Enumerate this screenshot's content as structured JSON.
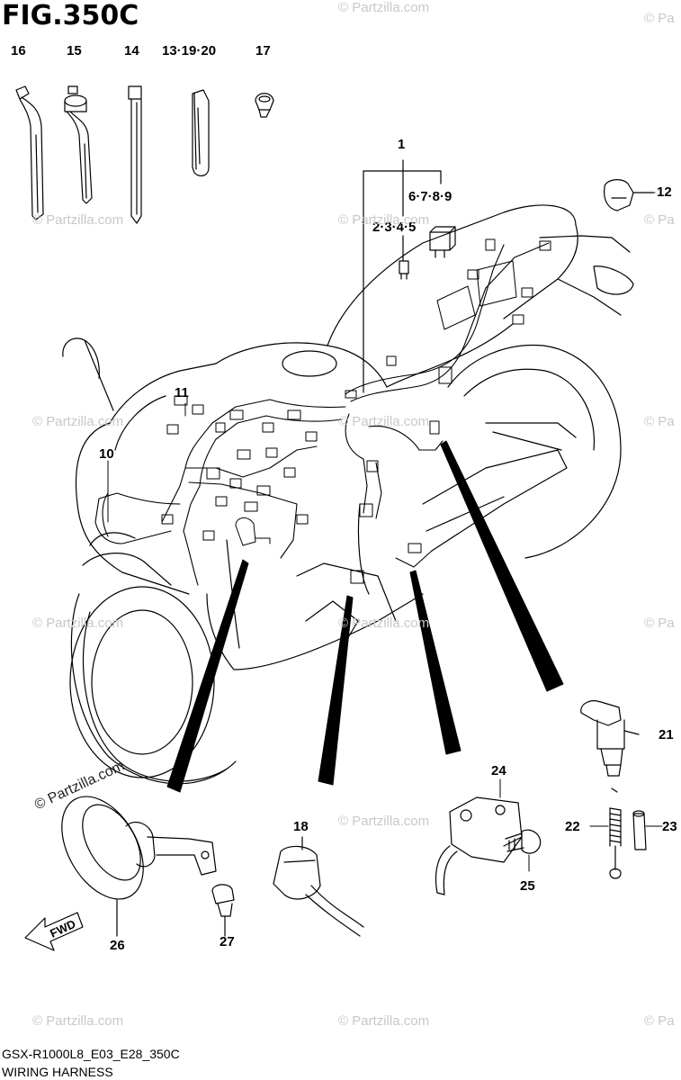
{
  "figure": {
    "title": "FIG.350C",
    "code": "GSX-R1000L8_E03_E28_350C",
    "name": "WIRING HARNESS"
  },
  "callouts": {
    "c16": "16",
    "c15": "15",
    "c14": "14",
    "c13_19_20": "13·19·20",
    "c17": "17",
    "c1": "1",
    "c6_7_8_9": "6·7·8·9",
    "c2_3_4_5": "2·3·4·5",
    "c12": "12",
    "c11": "11",
    "c10": "10",
    "c21": "21",
    "c22": "22",
    "c23": "23",
    "c24": "24",
    "c25": "25",
    "c18": "18",
    "c26": "26",
    "c27": "27"
  },
  "fwd_label": "FWD",
  "watermark": {
    "text": "© Partzilla.com",
    "short": "© Pa"
  }
}
